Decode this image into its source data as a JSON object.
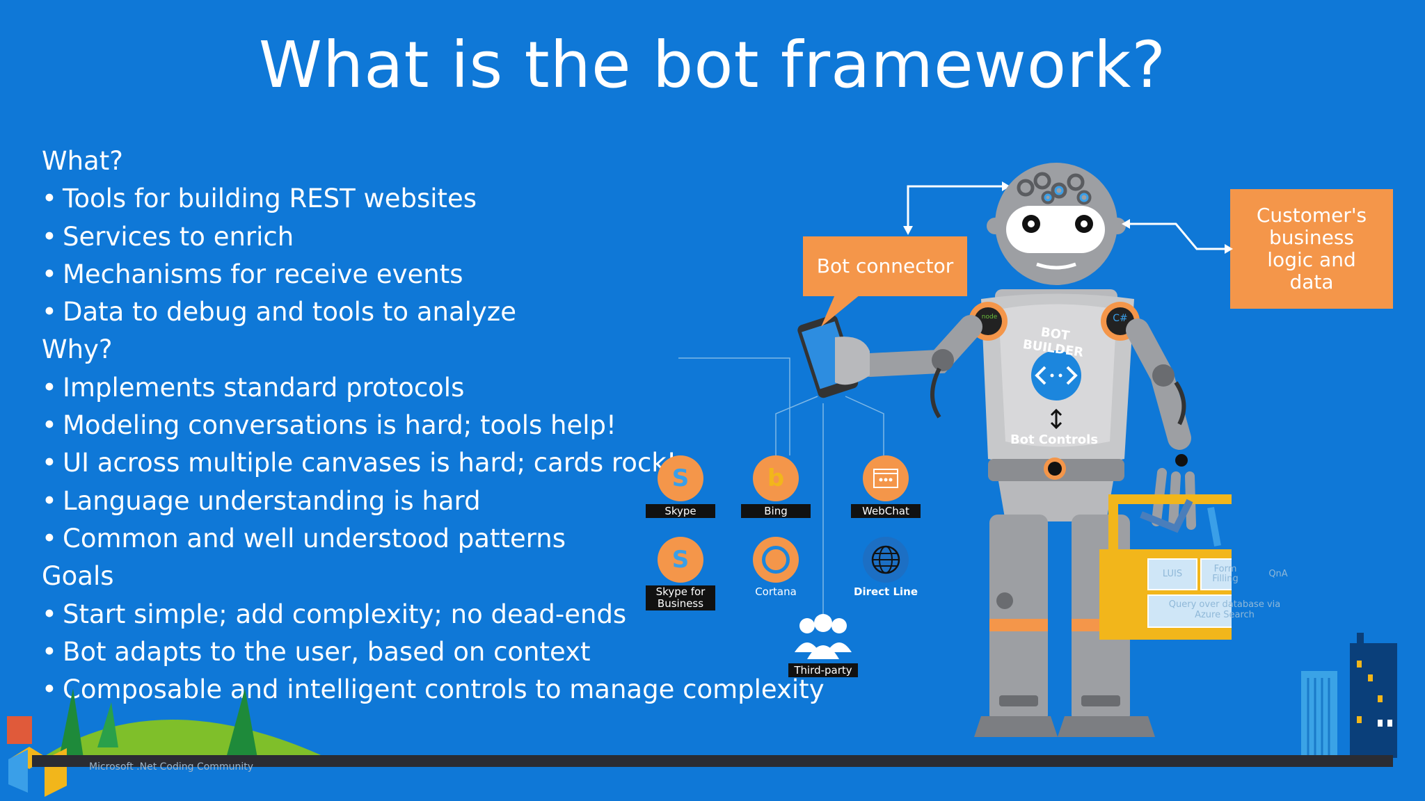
{
  "slide": {
    "title": "What is the bot framework?",
    "sections": [
      {
        "heading": "What?",
        "items": [
          "Tools for building REST websites",
          "Services to enrich",
          "Mechanisms for receive events",
          "Data to debug and tools to analyze"
        ]
      },
      {
        "heading": "Why?",
        "items": [
          "Implements standard protocols",
          "Modeling conversations is hard; tools help!",
          "UI across multiple canvases is hard; cards rock!",
          "Language understanding is hard",
          "Common and well understood patterns"
        ]
      },
      {
        "heading": "Goals",
        "items": [
          "Start simple; add complexity; no dead-ends",
          "Bot adapts to the user, based on context",
          "Composable and intelligent controls to manage complexity"
        ]
      }
    ]
  },
  "diagram": {
    "bot_connector": "Bot connector",
    "customer_logic": "Customer's business logic and data",
    "bot_builder": "BOT BUILDER",
    "bot_controls": "Bot Controls",
    "left_badge": "node",
    "right_badge": "C#",
    "toolbox": {
      "luis": "LUIS",
      "form_filling": "Form Filling",
      "qna": "QnA",
      "query": "Query over database via Azure Search"
    },
    "channels": [
      "Skype",
      "Bing",
      "WebChat",
      "Skype for Business",
      "Cortana",
      "Direct Line",
      "Third-party"
    ]
  },
  "footer": {
    "text": "Microsoft .Net Coding Community"
  },
  "colors": {
    "background": "#0f78d7",
    "accent": "#f4964a",
    "robot": "#9d9fa3",
    "toolbox": "#f2b61b"
  }
}
